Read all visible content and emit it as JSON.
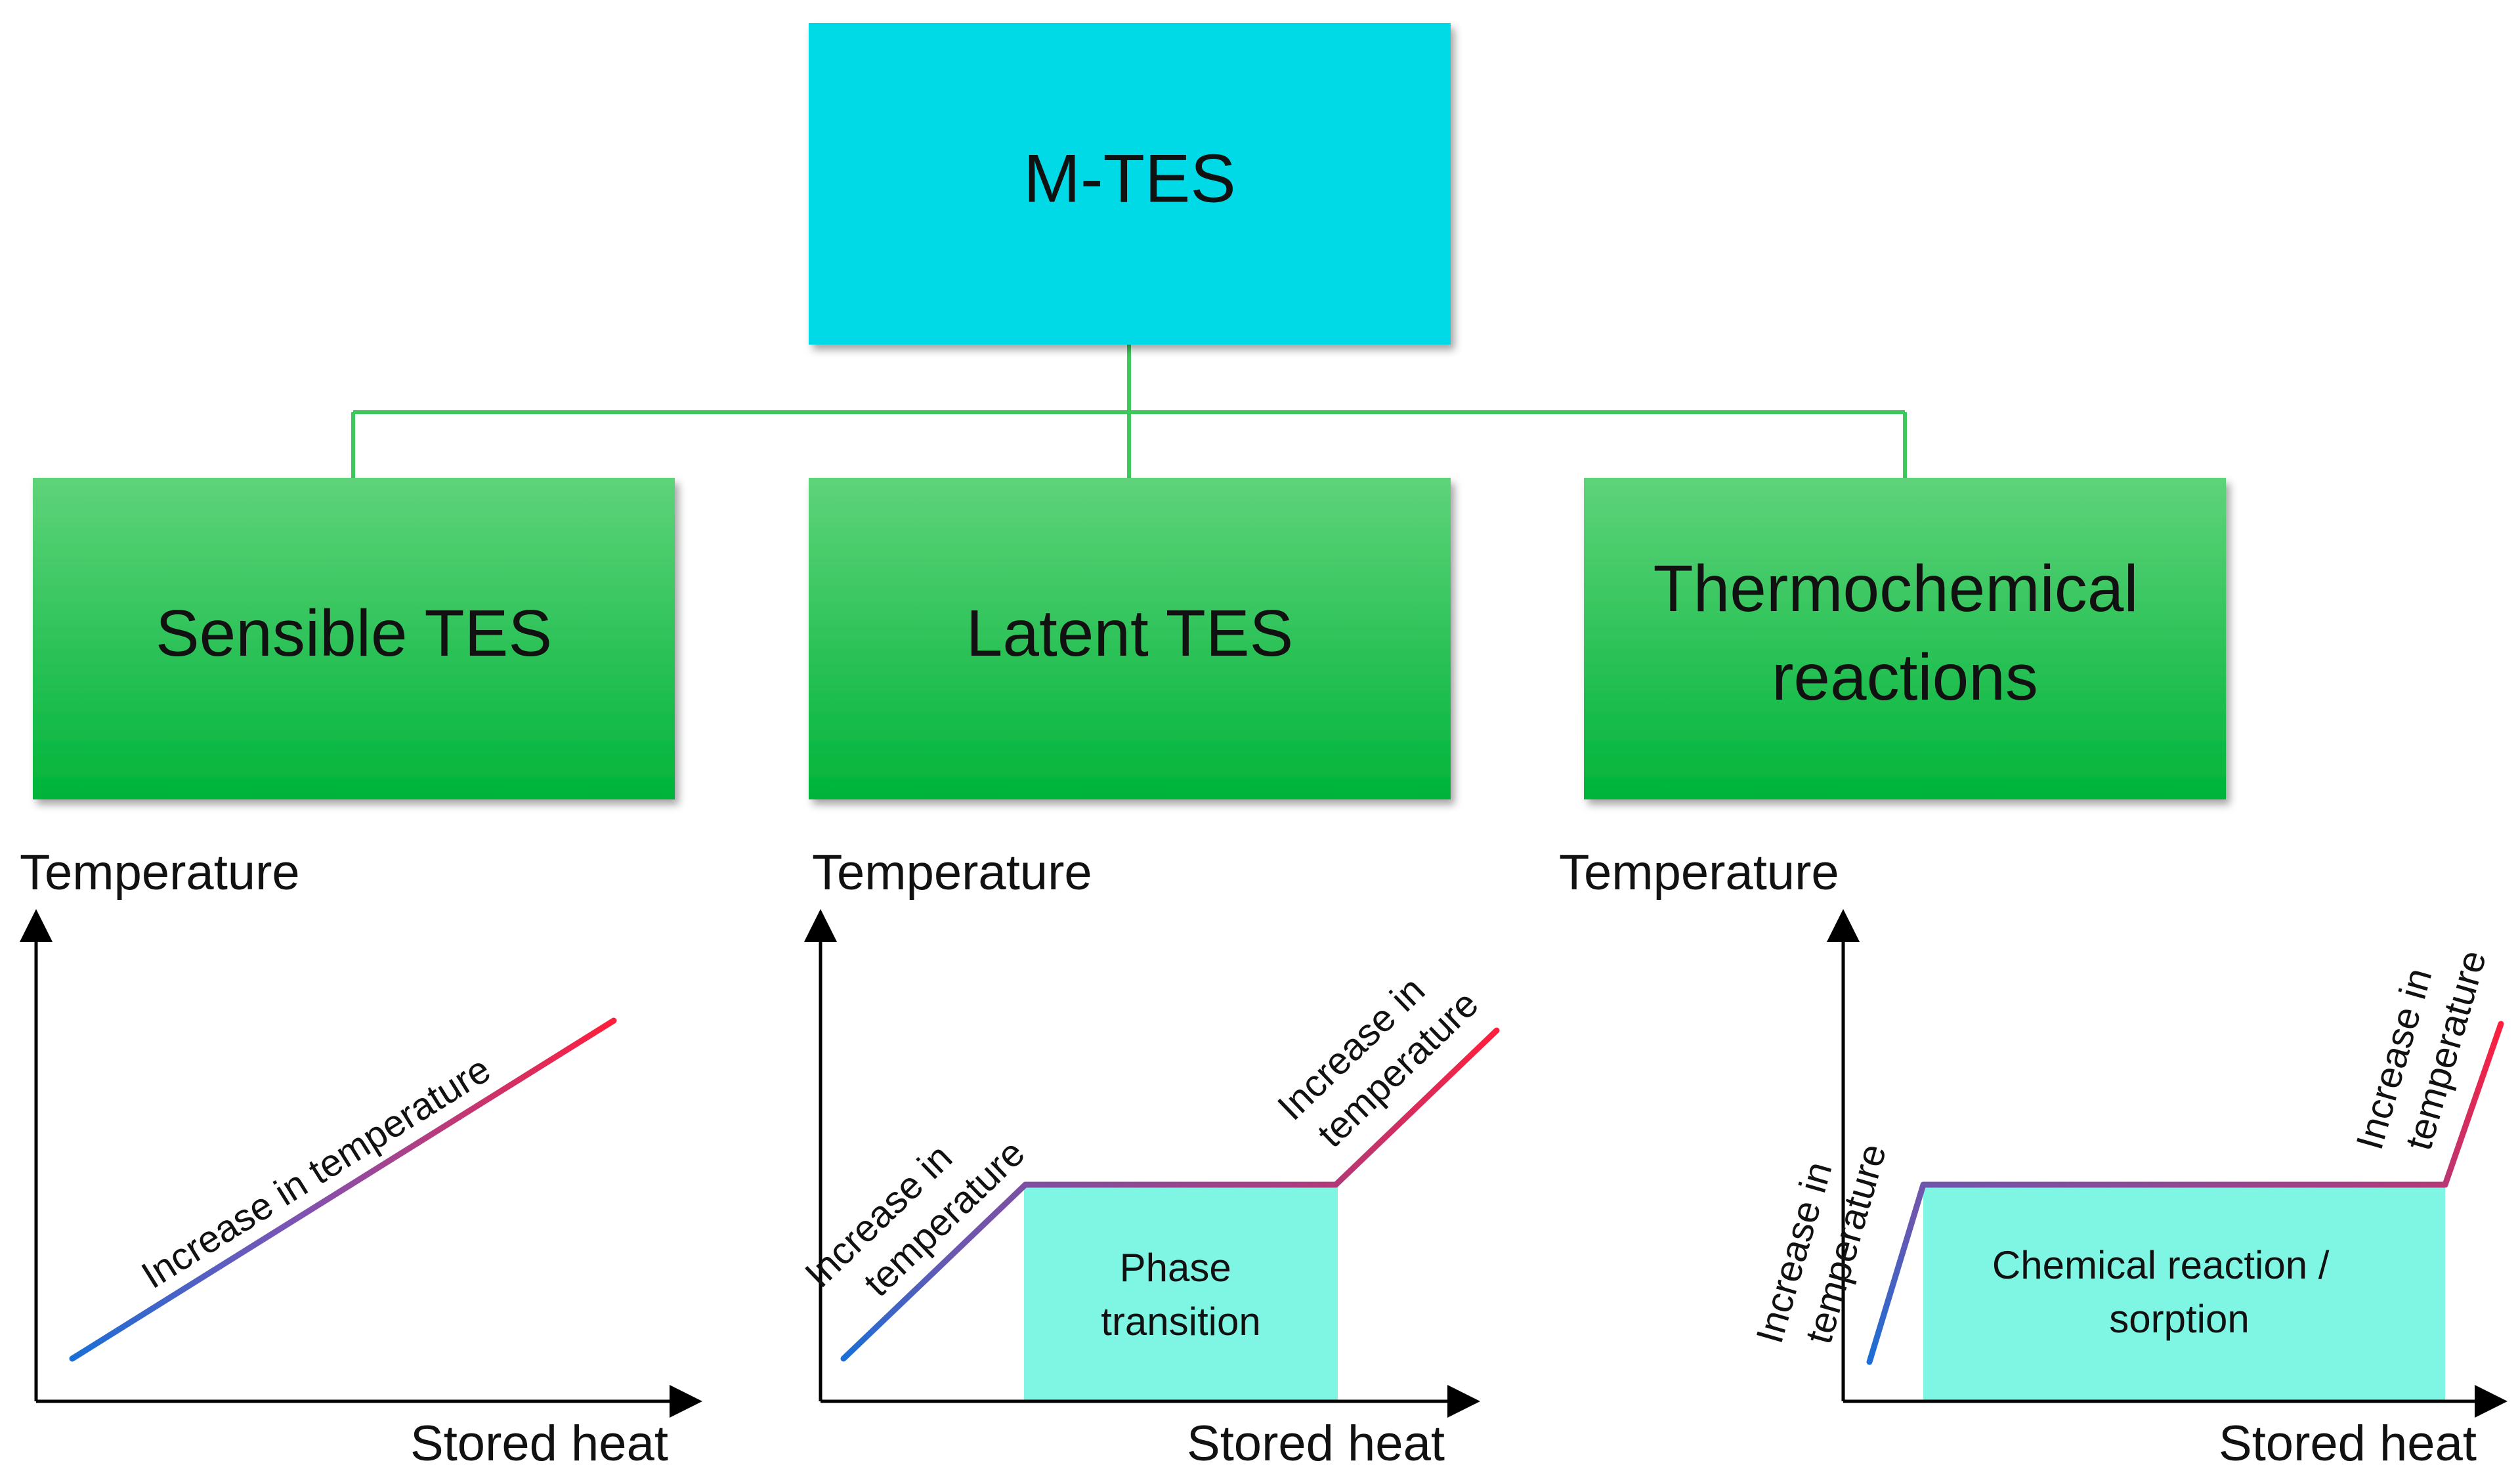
{
  "root": {
    "label": "M-TES"
  },
  "categories": [
    {
      "label_lines": [
        "Sensible TES"
      ]
    },
    {
      "label_lines": [
        "Latent TES"
      ]
    },
    {
      "label_lines": [
        "Thermochemical",
        "reactions"
      ]
    }
  ],
  "plots": [
    {
      "ylabel": "Temperature",
      "xlabel": "Stored heat",
      "annotations": [
        {
          "lines": [
            "Increase in temperature"
          ]
        }
      ]
    },
    {
      "ylabel": "Temperature",
      "xlabel": "Stored heat",
      "region_lines": [
        "Phase",
        "transition"
      ],
      "annotations": [
        {
          "lines": [
            "Increase in",
            "temperature"
          ]
        },
        {
          "lines": [
            "Increase in",
            "temperature"
          ]
        }
      ]
    },
    {
      "ylabel": "Temperature",
      "xlabel": "Stored heat",
      "region_lines": [
        "Chemical reaction /",
        "sorption"
      ],
      "annotations": [
        {
          "lines": [
            "Increase in",
            "temperature"
          ]
        },
        {
          "lines": [
            "Increase in",
            "temperature"
          ]
        }
      ]
    }
  ],
  "colors": {
    "root_fill": "#00d9e6",
    "category_fill_top": "#5fd37a",
    "category_fill_bottom": "#00b43a",
    "connector": "#3cc85a",
    "region_fill": "#7ff5e3",
    "curve_start": "#1a6fd6",
    "curve_mid": "#6b57b0",
    "curve_end": "#ff1e3c"
  }
}
